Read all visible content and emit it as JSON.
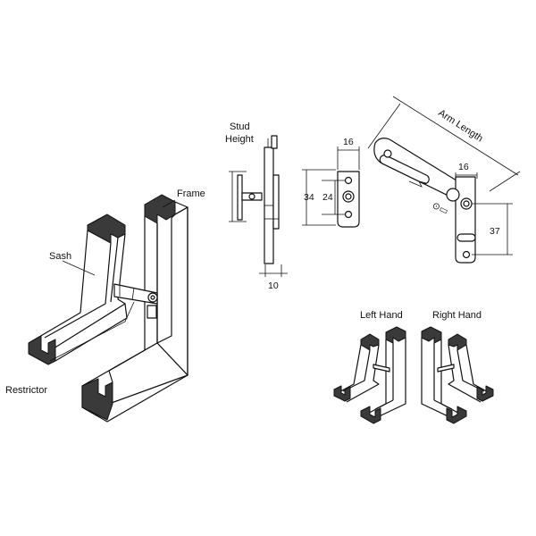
{
  "labels": {
    "sash": "Sash",
    "frame": "Frame",
    "restrictor": "Restrictor",
    "stud_height_line1": "Stud",
    "stud_height_line2": "Height",
    "arm_length": "Arm Length",
    "left_hand": "Left Hand",
    "right_hand": "Right Hand"
  },
  "dimensions": {
    "stud_width": "10",
    "plate_width": "16",
    "plate_height_outer": "34",
    "plate_hole_spacing": "24",
    "arm_plate_width": "16",
    "arm_hole_spacing": "37"
  },
  "colors": {
    "line": "#111111",
    "end_grain": "#3a3a3a",
    "background": "#ffffff"
  }
}
